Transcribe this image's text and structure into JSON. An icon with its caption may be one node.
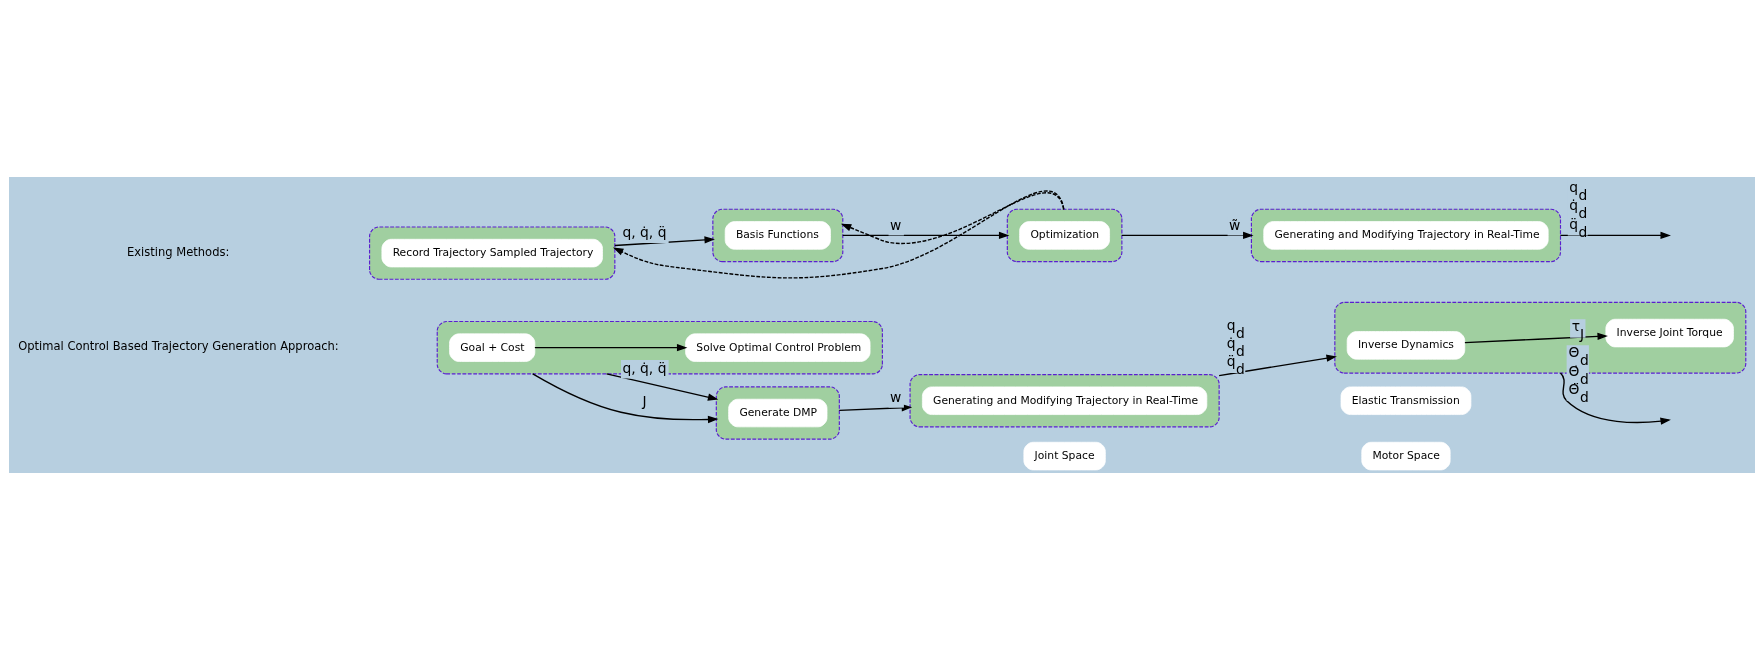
{
  "diagram": {
    "nodes": [
      {
        "text": [],
        "shape": "box"
      },
      {
        "text": [
          "Record Trajectory Sampled Trajectory"
        ],
        "in": 0
      },
      {
        "text": [],
        "shape": "box"
      },
      {
        "text": [
          "Basis Functions"
        ],
        "in": 2
      },
      {
        "text": [],
        "shape": "box"
      },
      {
        "text": [
          "Optimization"
        ],
        "in": 4
      },
      {
        "text": [],
        "shape": "box"
      },
      {
        "text": [
          "Generating and Modifying Trajectory in Real-Time"
        ],
        "in": 6
      },
      {
        "text": [],
        "shape": "box"
      },
      {
        "text": [
          "Goal + Cost"
        ],
        "in": 8
      },
      {
        "text": [
          "Solve Optimal Control Problem"
        ],
        "in": 8
      },
      {
        "text": [],
        "shape": "box"
      },
      {
        "text": [
          "Generate DMP"
        ],
        "in": 11
      },
      {
        "text": [],
        "shape": "box"
      },
      {
        "text": [
          "Generating and Modifying Trajectory in Real-Time"
        ],
        "in": 13
      },
      {
        "text": [],
        "shape": "box"
      },
      {
        "text": [
          "Inverse Dynamics"
        ],
        "in": 15
      },
      {
        "text": [
          "Inverse Joint Torque"
        ],
        "in": 15
      },
      {
        "text": [
          "Joint Space"
        ]
      },
      {
        "text": [
          "Elastic Transmission"
        ]
      },
      {
        "text": [
          "Motor Space"
        ]
      }
    ],
    "edges": [
      {
        "from": 0,
        "to": 2,
        "arrow": "to",
        "label": "q, q̇, q̈"
      },
      {
        "from": 2,
        "to": 4,
        "arrow": "to",
        "label": "w"
      },
      {
        "from": 4,
        "to": 2,
        "arrow": "to",
        "style": "dashed"
      },
      {
        "from": 4,
        "to": 0,
        "arrow": "to",
        "style": "dashed"
      },
      {
        "from": 4,
        "to": 6,
        "arrow": "to",
        "label": "w̃"
      },
      {
        "from": 6,
        "to": null,
        "arrow": "to",
        "label": "q$_{d}$ q̇$_{d}$ q̈$_{d}$"
      },
      {
        "from": 9,
        "to": 10,
        "arrow": "to"
      },
      {
        "from": 8,
        "to": 11,
        "arrow": "to",
        "label": "q, q̇, q̈"
      },
      {
        "from": 8,
        "to": 11,
        "arrow": "to",
        "label": "J"
      },
      {
        "from": 11,
        "to": 13,
        "arrow": "to",
        "label": "w"
      },
      {
        "from": 13,
        "to": 15,
        "arrow": "to",
        "label": "q$_{d}$ q̇$_{d}$ q̈$_{d}$"
      },
      {
        "from": 16,
        "to": 17,
        "arrow": "to",
        "label": "τ$_{J}$"
      },
      {
        "from": 15,
        "to": null,
        "arrow": "to",
        "label": "Θ$_{d}$ Θ̇$_{d}$ Θ̈$_{d}$"
      }
    ],
    "labels": [
      "Existing Methods:",
      "Optimal Control Based Trajectory Generation Approach:"
    ]
  }
}
